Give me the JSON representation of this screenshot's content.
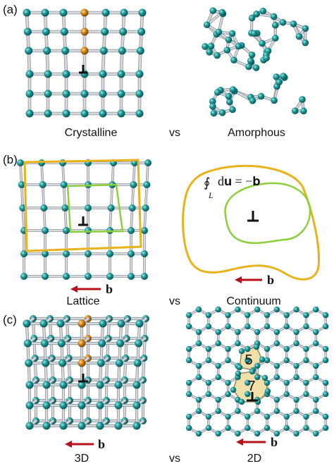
{
  "panels": {
    "a": {
      "label": "(a)",
      "left_caption": "Crystalline",
      "middle_caption": "vs",
      "right_caption": "Amorphous"
    },
    "b": {
      "label": "(b)",
      "left_caption": "Lattice",
      "middle_caption": "vs",
      "right_caption": "Continuum",
      "burgers_symbol": "b",
      "formula": {
        "integral": "∮",
        "body": "d𝐮 = −𝐛",
        "subscript": "L"
      }
    },
    "c": {
      "label": "(c)",
      "left_caption": "3D",
      "middle_caption": "vs",
      "right_caption": "2D",
      "burgers_symbol": "b",
      "ring_labels": [
        "5",
        "7"
      ]
    }
  },
  "colors": {
    "atom": "#1e9a9a",
    "atom_highlight": "#d8891a",
    "bond": "#b9bcc1",
    "burgers_loop": "#e8b21a",
    "lattice_loop": "#8ccf3a",
    "arrow": "#b5121b",
    "defect_ring": "#f1dfaa"
  },
  "icons": {
    "dislocation": "perpendicular-symbol",
    "burgers_vector": "left-arrow"
  }
}
